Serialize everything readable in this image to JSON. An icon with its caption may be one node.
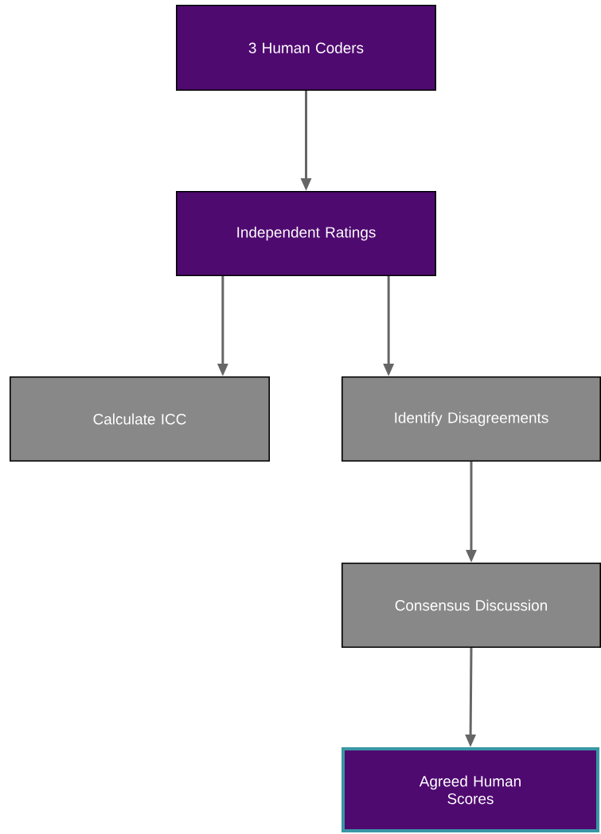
{
  "diagram": {
    "nodes": [
      {
        "text": [
          "3 Human Coders"
        ]
      },
      {
        "text": [
          "Independent Ratings"
        ]
      },
      {
        "text": [
          "Calculate ICC"
        ]
      },
      {
        "text": [
          "Identify Disagreements"
        ]
      },
      {
        "text": [
          "Consensus Discussion"
        ]
      },
      {
        "text": [
          "Agreed Human Scores"
        ]
      }
    ],
    "edges": [
      {
        "from": 0,
        "to": 1,
        "arrow": "to"
      },
      {
        "from": 1,
        "to": 2,
        "arrow": "to"
      },
      {
        "from": 1,
        "to": 3,
        "arrow": "to"
      },
      {
        "from": 3,
        "to": 4,
        "arrow": "to"
      },
      {
        "from": 4,
        "to": 5,
        "arrow": "to"
      }
    ]
  }
}
